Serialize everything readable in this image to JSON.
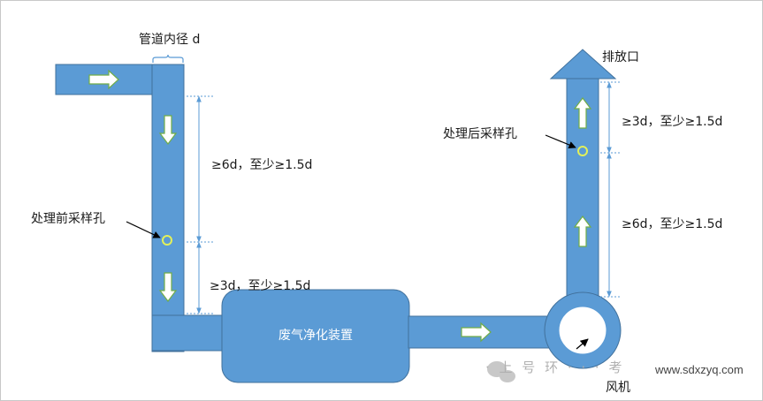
{
  "labels": {
    "pipe_diameter": "管道内径 d",
    "outlet": "排放口",
    "pre_sampling": "处理前采样孔",
    "post_sampling": "处理后采样孔",
    "left_upper_span": "≥6d，至少≥1.5d",
    "left_lower_span": "≥3d，至少≥1.5d",
    "right_upper_span": "≥3d，至少≥1.5d",
    "right_lower_span": "≥6d，至少≥1.5d",
    "device": "废气净化装置",
    "fan": "风机"
  },
  "watermark": {
    "text": "· 上  号  环 ·  ·  · 考",
    "site": "www.sdxzyq.com"
  },
  "colors": {
    "pipe": "#5b9bd5",
    "pipe_edge": "#41719c",
    "flow_arrow": "#ffffff",
    "flow_arrow_edge": "#70ad47",
    "dimension": "#5b9bd5",
    "sampling_hole": "#e2f05a"
  }
}
